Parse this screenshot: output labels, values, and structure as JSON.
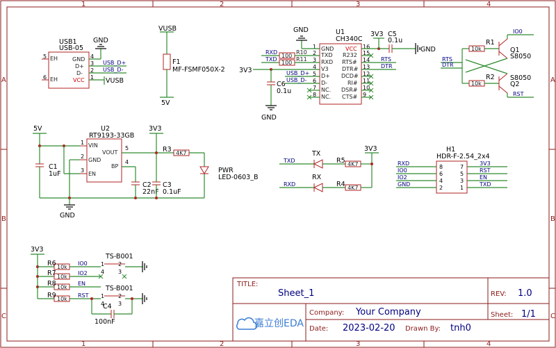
{
  "frame": {
    "cols": [
      "1",
      "2",
      "3",
      "4"
    ],
    "rows": [
      "A",
      "B",
      "C"
    ]
  },
  "usb": {
    "ref": "USB1",
    "value": "USB-05",
    "pins_left": [
      "EH",
      "EH"
    ],
    "pin_nums_left": [
      "5",
      "6"
    ],
    "pins_right": [
      "GND",
      "D+",
      "D-",
      "VCC"
    ],
    "pin_nums_right": [
      "4",
      "3",
      "2",
      "1"
    ],
    "gnd": "GND",
    "net_dp": "USB_D+",
    "net_dm": "USB_D-",
    "net_vusb": "VUSB"
  },
  "fuse": {
    "ref": "F1",
    "value": "MF-FSMF050X-2",
    "top": "VUSB",
    "bottom": "5V"
  },
  "ch340": {
    "ref": "U1",
    "value": "CH340C",
    "left_pins": [
      "GND",
      "TXD",
      "RXD",
      "V3",
      "D+",
      "D-",
      "NC.",
      "NC."
    ],
    "left_nums": [
      "1",
      "2",
      "3",
      "4",
      "5",
      "6",
      "7",
      "8"
    ],
    "right_pins": [
      "VCC",
      "R232",
      "RTS#",
      "DTR#",
      "DCD#",
      "RI#",
      "DSR#",
      "CTS#"
    ],
    "right_nums": [
      "16",
      "15",
      "14",
      "13",
      "12",
      "11",
      "10",
      "9"
    ],
    "r10": "R10",
    "r11": "R11",
    "r10v": "100",
    "r11v": "100",
    "net_rxd": "RXD",
    "net_txd": "TXD",
    "net_dp": "USB_D+",
    "net_dm": "USB_D-",
    "net_rts": "RTS",
    "net_dtr": "DTR",
    "v3": "3V3",
    "gnd_top": "GND",
    "gnd_bottom": "GND",
    "c6": "C6",
    "c6v": "0.1u",
    "c5": "C5",
    "c5v": "0.1u",
    "vcc_net": "3V3",
    "gnd_right": "GND"
  },
  "transistors": {
    "r1": "R1",
    "r2": "R2",
    "rv": "10k",
    "q1": "Q1",
    "q1v": "S8050",
    "q2": "Q2",
    "q2v": "S8050",
    "net_io0": "IO0",
    "net_rst": "RST",
    "net_rts": "RTS",
    "net_dtr": "DTR"
  },
  "ldo": {
    "ref": "U2",
    "value": "RT9193-33GB",
    "pins_left": [
      "VIN",
      "GND",
      "EN"
    ],
    "nums_left": [
      "1",
      "2",
      "3"
    ],
    "pins_right": [
      "VOUT",
      "BP"
    ],
    "nums_right": [
      "5",
      "4"
    ],
    "in": "5V",
    "out": "3V3",
    "gnd": "GND",
    "c1": "C1",
    "c1v": "1uF",
    "c2": "C2",
    "c2v": "22nF",
    "c3": "C3",
    "c3v": "0.1uF",
    "r3": "R3",
    "r3v": "4K7",
    "led": "PWR",
    "ledv": "LED-0603_B"
  },
  "leds": {
    "tx": "TX",
    "rx": "RX",
    "net_txd": "TXD",
    "net_rxd": "RXD",
    "r5": "R5",
    "r4": "R4",
    "rv": "4K7",
    "vcc": "3V3"
  },
  "header": {
    "ref": "H1",
    "value": "HDR-F-2.54_2x4",
    "left_nets": [
      "RXD",
      "IO0",
      "IO2",
      "GND"
    ],
    "left_nums": [
      "8",
      "6",
      "4",
      "2"
    ],
    "right_nets": [
      "3V3",
      "RST",
      "EN",
      "TXD"
    ],
    "right_nums": [
      "7",
      "5",
      "3",
      "1"
    ]
  },
  "buttons": {
    "vcc": "3V3",
    "resistors": [
      "R6",
      "R7",
      "R8",
      "R9"
    ],
    "rv": "10k",
    "nets": [
      "IO0",
      "IO2",
      "EN",
      "RST"
    ],
    "sw1": "TS-B001",
    "sw2": "TS-B001",
    "c4": "C4",
    "c4v": "100nF",
    "pin1": "1",
    "pin2": "2",
    "pin3": "3",
    "pin4": "4"
  },
  "titleblock": {
    "title_label": "TITLE:",
    "title": "Sheet_1",
    "rev_label": "REV:",
    "rev": "1.0",
    "company_label": "Company:",
    "company": "Your Company",
    "sheet_label": "Sheet:",
    "sheet": "1/1",
    "date_label": "Date:",
    "date": "2023-02-20",
    "drawn_label": "Drawn By:",
    "drawn": "tnh0",
    "logo": "嘉立创EDA"
  }
}
